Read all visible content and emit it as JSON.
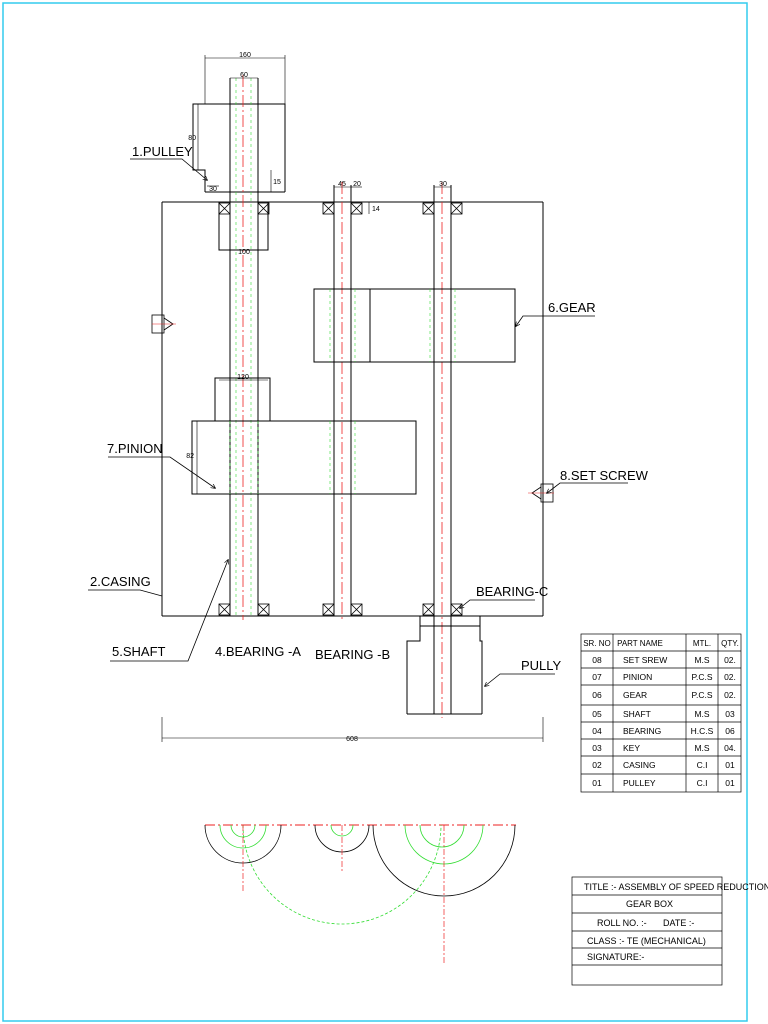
{
  "labels": {
    "pulley": "1.PULLEY",
    "casing": "2.CASING",
    "bearing_a": "4.BEARING -A",
    "bearing_b": "BEARING -B",
    "bearing_c": "BEARING-C",
    "shaft": "5.SHAFT",
    "gear": "6.GEAR",
    "pinion": "7.PINION",
    "set_screw": "8.SET SCREW",
    "pully": "PULLY"
  },
  "dimensions": {
    "d160": "160",
    "d60": "60",
    "d80": "80",
    "d30a": "30",
    "d15": "15",
    "d100": "100",
    "d45": "45",
    "d20": "20",
    "d30b": "30",
    "d14": "14",
    "d120": "120",
    "d82": "82",
    "d608": "608"
  },
  "parts_table": {
    "headers": [
      "SR. NO",
      "PART NAME",
      "MTL.",
      "QTY."
    ],
    "rows": [
      [
        "08",
        "SET SREW",
        "M.S",
        "02."
      ],
      [
        "07",
        "PINION",
        "P.C.S",
        "02."
      ],
      [
        "06",
        "GEAR",
        "P.C.S",
        "02."
      ],
      [
        "05",
        "SHAFT",
        "M.S",
        "03"
      ],
      [
        "04",
        "BEARING",
        "H.C.S",
        "06"
      ],
      [
        "03",
        "KEY",
        "M.S",
        "04."
      ],
      [
        "02",
        "CASING",
        "C.I",
        "01"
      ],
      [
        "01",
        "PULLEY",
        "C.I",
        "01"
      ]
    ]
  },
  "title_block": {
    "title": "TITLE :-  ASSEMBLY OF SPEED REDUCTION",
    "subtitle": "GEAR BOX",
    "roll": "ROLL NO. :-",
    "date": "DATE :-",
    "class": "CLASS :- TE (MECHANICAL)",
    "signature": "SIGNATURE:-"
  },
  "colors": {
    "border": "#33ccee",
    "lines": "#000000",
    "centerline": "#ee2222",
    "hidden": "#33dd33"
  }
}
